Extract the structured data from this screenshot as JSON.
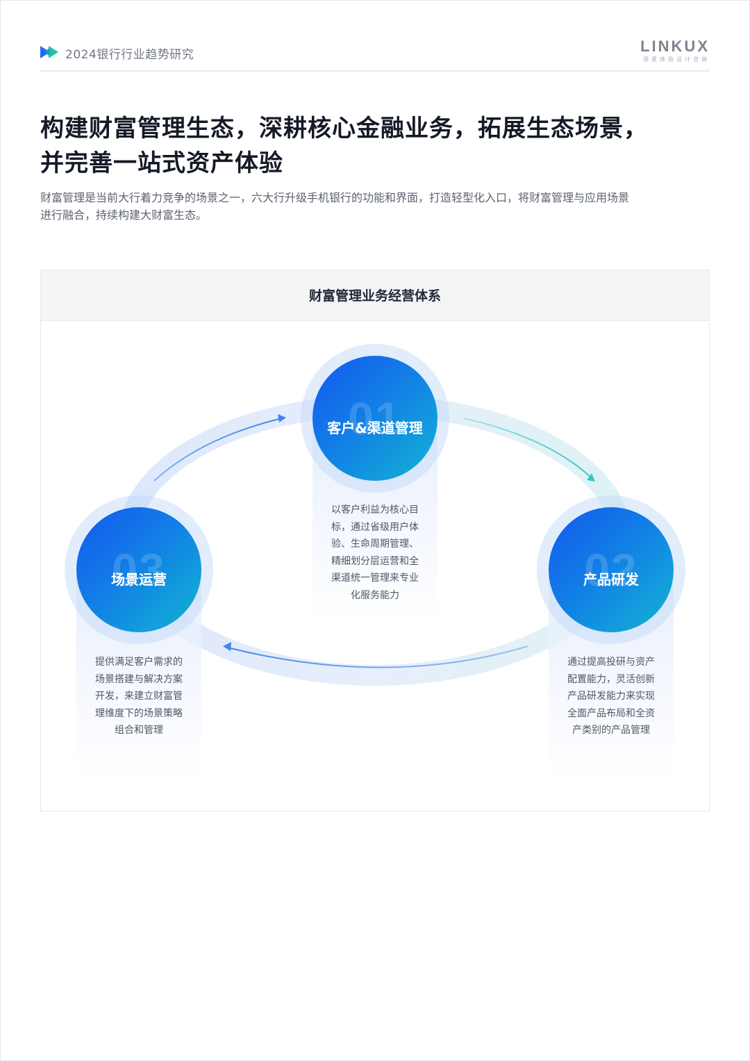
{
  "header": {
    "title": "2024银行行业趋势研究",
    "brand_name": "LINKUX",
    "brand_sub": "领意体验设计咨询",
    "colors": {
      "mark_left": "#1e6cf2",
      "mark_right": "#22c2a6"
    }
  },
  "headline": {
    "line1": "构建财富管理生态，深耕核心金融业务，拓展生态场景，",
    "line2": "并完善一站式资产体验"
  },
  "intro": {
    "line1": "财富管理是当前大行着力竞争的场景之一，六大行升级手机银行的功能和界面，打造轻型化入口，将财富管理与应用场景",
    "line2": "进行融合，持续构建大财富生态。"
  },
  "diagram": {
    "title": "财富管理业务经营体系",
    "nodes": [
      {
        "number": "01",
        "label": "客户&渠道管理",
        "lines": [
          "以客户利益为核心目",
          "标，通过省级用户体",
          "验、生命周期管理、",
          "精细划分层运营和全",
          "渠道统一管理来专业",
          "化服务能力"
        ]
      },
      {
        "number": "02",
        "label": "产品研发",
        "lines": [
          "通过提高投研与资产",
          "配置能力，灵活创新",
          "产品研发能力来实现",
          "全面产品布局和全资",
          "产类别的产品管理"
        ]
      },
      {
        "number": "03",
        "label": "场景运营",
        "lines": [
          "提供满足客户需求的",
          "场景搭建与解决方案",
          "开发，来建立财富管",
          "理维度下的场景策略",
          "组合和管理"
        ]
      }
    ],
    "colors": {
      "circle_start": "#1459ee",
      "circle_end": "#12b4d3",
      "ring": "#e4ecfb"
    }
  }
}
